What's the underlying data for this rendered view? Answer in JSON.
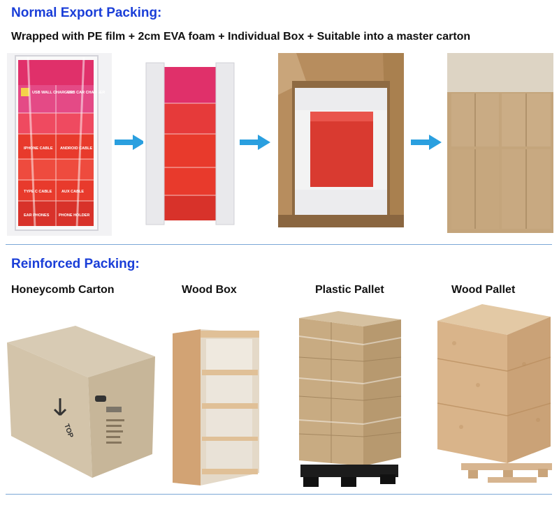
{
  "normal": {
    "heading": "Normal Export Packing:",
    "subtitle": "Wrapped with PE film + 2cm EVA foam + Individual Box + Suitable into a master carton",
    "photos": [
      "pe-film-wrapped-display",
      "eva-foam-wrapped-display",
      "display-in-individual-box",
      "master-carton-stack"
    ],
    "display_labels": [
      "USB WALL CHARGER",
      "USB CAR CHARGER",
      "IPHONE CABLE",
      "ANDROID CABLE",
      "TYPE C CABLE",
      "AUX CABLE",
      "EAR PHONES",
      "PHONE HOLDER"
    ]
  },
  "reinforced": {
    "heading": "Reinforced Packing:",
    "items": [
      {
        "caption": "Honeycomb Carton",
        "carton_text": "TOP"
      },
      {
        "caption": "Wood Box"
      },
      {
        "caption": "Plastic Pallet"
      },
      {
        "caption": "Wood Pallet"
      }
    ]
  },
  "colors": {
    "heading_blue": "#1a3ed8",
    "arrow_blue": "#2a9fdf",
    "divider": "#7aa7d6",
    "display_pink": "#e0306a",
    "display_red": "#e83a2c",
    "cardboard": "#c9a57a",
    "plywood": "#d9b48a"
  }
}
